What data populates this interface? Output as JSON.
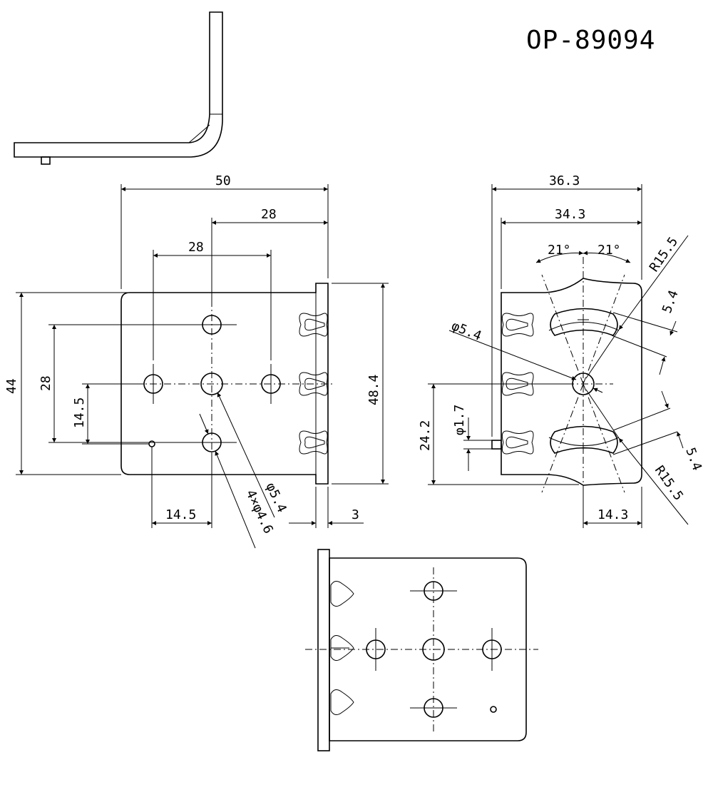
{
  "part_number": "OP-89094",
  "dimensions": {
    "front_width": "50",
    "front_28_top": "28",
    "front_28_mid": "28",
    "front_height": "44",
    "front_28_vert": "28",
    "front_14_5_vert": "14.5",
    "front_48_4": "48.4",
    "front_14_5_horiz": "14.5",
    "front_3": "3",
    "hole_center": "φ5.4",
    "holes_4x": "4×φ4.6",
    "side_36_3": "36.3",
    "side_34_3": "34.3",
    "angle_left": "21°",
    "angle_right": "21°",
    "radius_top": "R15.5",
    "slot_top": "5.4",
    "side_hole": "φ5.4",
    "side_pin": "φ1.7",
    "side_24_2": "24.2",
    "slot_bottom": "5.4",
    "radius_bottom": "R15.5",
    "side_14_3": "14.3"
  }
}
